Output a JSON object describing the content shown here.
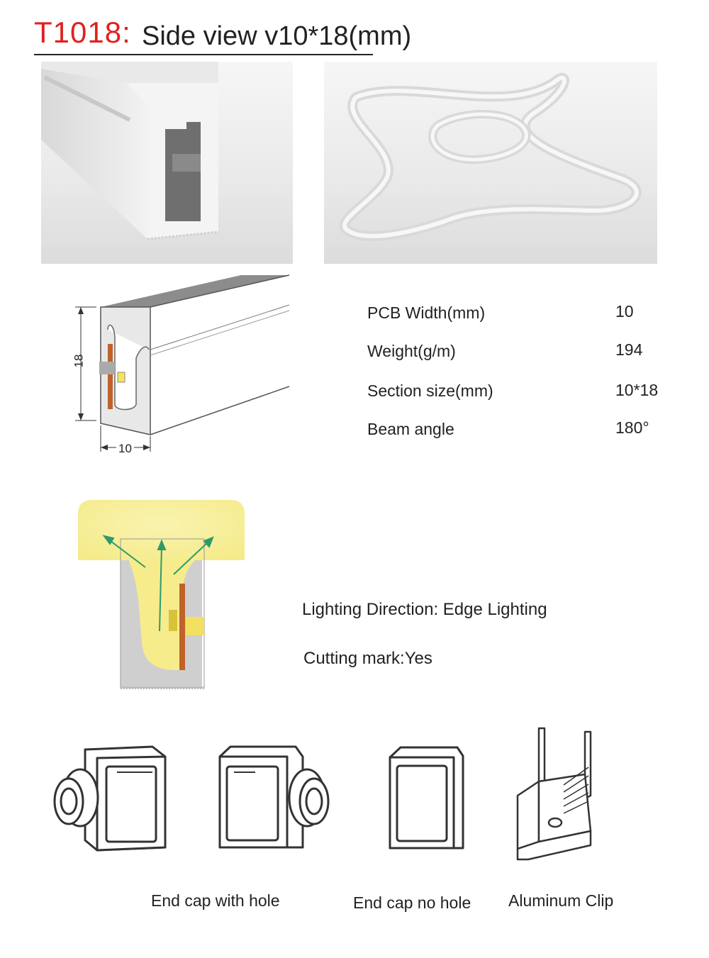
{
  "header": {
    "model": "T1018:",
    "title": "Side view v10*18(mm)"
  },
  "dimensions": {
    "height_label": "18",
    "width_label": "10"
  },
  "specs": [
    {
      "label": "PCB Width(mm)",
      "value": "10"
    },
    {
      "label": "Weight(g/m)",
      "value": "194"
    },
    {
      "label": "Section size(mm)",
      "value": "10*18"
    },
    {
      "label": "Beam angle",
      "value": "180°"
    }
  ],
  "features": {
    "lighting_direction": "Lighting Direction: Edge Lighting",
    "cutting_mark": "Cutting mark:Yes"
  },
  "accessories": [
    {
      "caption": "End cap with hole"
    },
    {
      "caption": "End cap no hole"
    },
    {
      "caption": "Aluminum Clip"
    }
  ],
  "colors": {
    "model_red": "#e02020",
    "glow_yellow": "#f7f0a8",
    "arrow_green": "#2e9a6a",
    "pcb_copper": "#c0622a"
  }
}
